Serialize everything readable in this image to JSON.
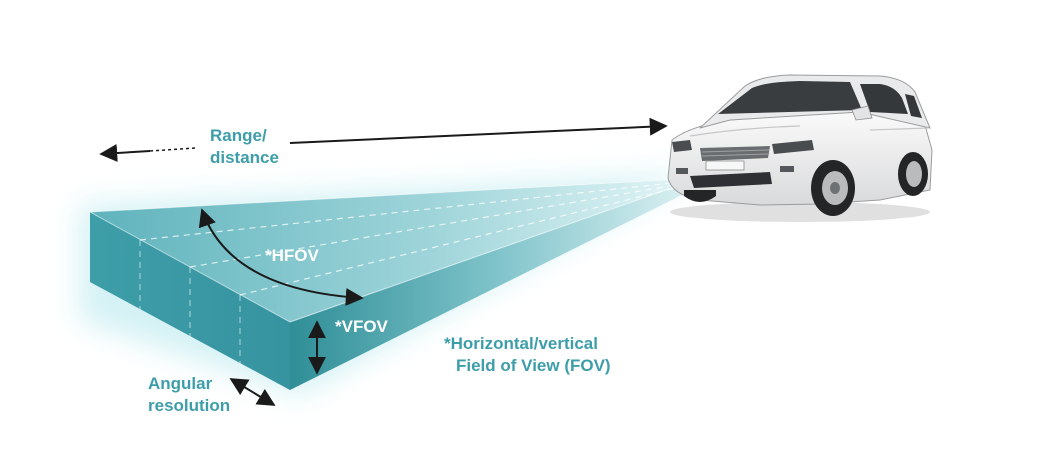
{
  "labels": {
    "range": [
      "Range/",
      "distance"
    ],
    "hfov": "*HFOV",
    "vfov": "*VFOV",
    "fov": [
      "*Horizontal/vertical",
      "Field of View (FOV)"
    ],
    "angular": [
      "Angular",
      "resolution"
    ]
  },
  "colors": {
    "accent_text": "#3d9eaa",
    "beam_dark": "#2f8e97",
    "beam_light": "#d8f1f2",
    "glow": "#bfeaf0",
    "car_body": "#f1f2f3",
    "arrow": "#1a1a1a"
  },
  "icons": {
    "vehicle": "suv-car-icon",
    "range_arrow": "double-arrow-icon",
    "hfov_arrow": "curved-double-arrow-icon",
    "vfov_arrow": "vertical-double-arrow-icon",
    "angular_arrow": "diagonal-double-arrow-icon"
  }
}
